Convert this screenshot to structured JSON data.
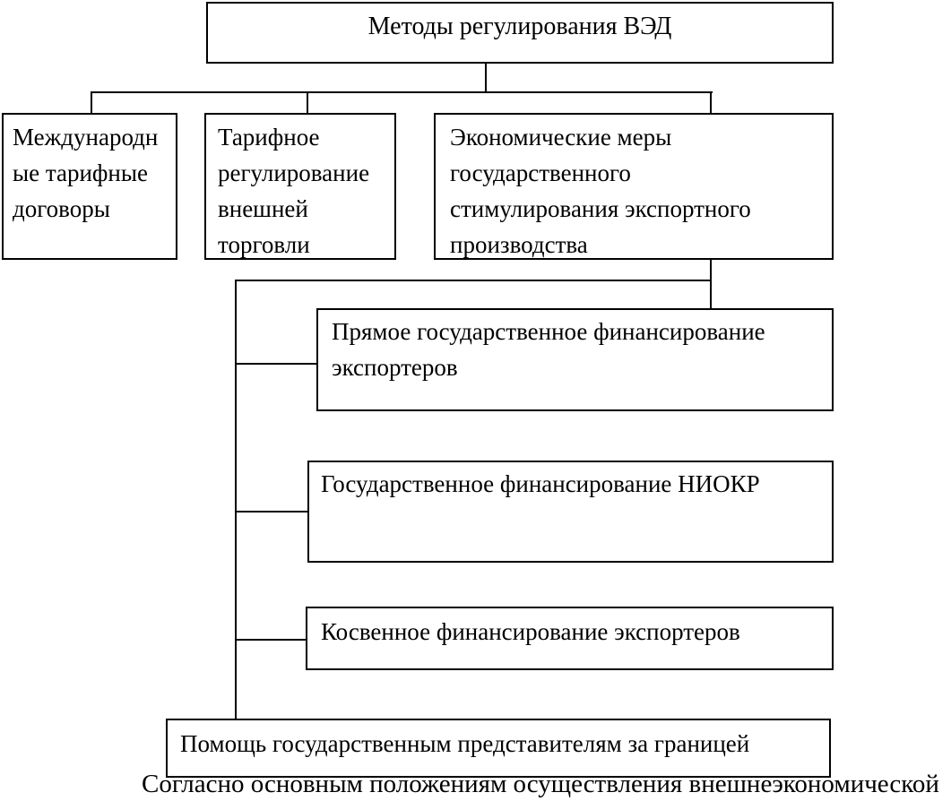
{
  "page": {
    "background_color": "#ffffff",
    "line_color": "#000000",
    "text_color": "#000000"
  },
  "diagram": {
    "root": {
      "label": "Методы регулирования ВЭД"
    },
    "branches": [
      {
        "label": "Международн\nые тарифные\nдоговоры"
      },
      {
        "label": "Тарифное\nрегулирование\nвнешней\nторговли"
      },
      {
        "label": "Экономические меры\nгосударственного\nстимулирования экспортного\nпроизводства"
      }
    ],
    "sub_branches": [
      {
        "label": "Прямое государственное финансирование\nэкспортеров"
      },
      {
        "label": "Государственное финансирование НИОКР"
      },
      {
        "label": "Косвенное финансирование экспортеров"
      },
      {
        "label": "Помощь государственным представителям за границей"
      }
    ],
    "caption": "Согласно основным положениям осуществления внешнеэкономической"
  }
}
